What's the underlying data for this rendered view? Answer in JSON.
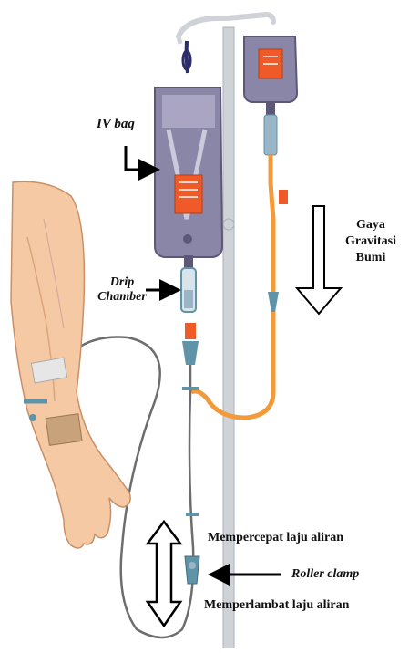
{
  "labels": {
    "iv_bag": "IV bag",
    "drip_chamber_line1": "Drip",
    "drip_chamber_line2": "Chamber",
    "gravity_line1": "Gaya",
    "gravity_line2": "Gravitasi",
    "gravity_line3": "Bumi",
    "faster_flow": "Mempercepat laju aliran",
    "roller_clamp": "Roller clamp",
    "slower_flow": "Memperlambat laju aliran"
  },
  "colors": {
    "pole": "#cfd3d8",
    "bag": "#8a86a8",
    "bag_dark": "#5d5878",
    "label_plate": "#f05a28",
    "tube_orange": "#f39a3a",
    "tube_grey": "#6d6d6d",
    "connector": "#5f93a8",
    "skin": "#f5c9a3",
    "skin_line": "#c98f66",
    "tape": "#c7a27a"
  },
  "icons": {
    "gravity_arrow": "down-arrow-outline-icon",
    "adjust_arrow": "double-arrow-vertical-icon",
    "pointer": "right-arrow-icon"
  }
}
